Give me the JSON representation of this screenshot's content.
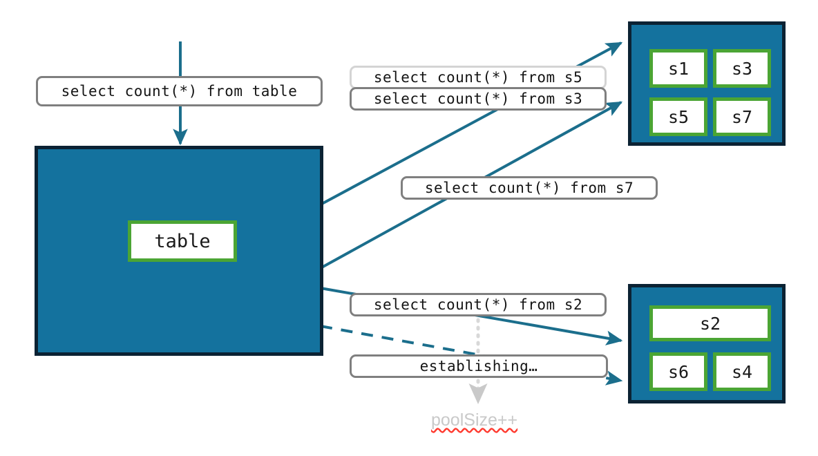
{
  "diagram": {
    "title": "connection pool query routing",
    "colors": {
      "pool_fill": "#14729E",
      "pool_border": "#0B2233",
      "node_border": "#4BA534",
      "node_fill": "#FFFFFF",
      "edge": "#1B6E8C",
      "label_border": "#7F7F7F",
      "label_border_faded": "#D4D4D4",
      "note_text": "#C9C9C9",
      "spellcheck_underline": "#FF3B30",
      "background": "#FFFFFF"
    }
  },
  "main_pool": {
    "name": "main-pool",
    "node": {
      "label": "table"
    }
  },
  "pool_top": {
    "name": "server-pool-top",
    "nodes": [
      {
        "label": "s1"
      },
      {
        "label": "s3"
      },
      {
        "label": "s5"
      },
      {
        "label": "s7"
      }
    ]
  },
  "pool_bottom": {
    "name": "server-pool-bottom",
    "nodes": [
      {
        "label": "s2"
      },
      {
        "label": "s6"
      },
      {
        "label": "s4"
      }
    ]
  },
  "labels": {
    "entry_query": "select count(*) from table",
    "query_s5": "select count(*) from s5",
    "query_s3": "select count(*) from s3",
    "query_s7": "select count(*) from s7",
    "query_s2": "select count(*) from s2",
    "establishing": "establishing…"
  },
  "notes": {
    "pool_size": "poolSize++"
  },
  "edges": [
    {
      "id": "entry",
      "from": "top",
      "to": "main-pool",
      "style": "solid",
      "arrow": true
    },
    {
      "id": "to-s5",
      "from": "main-pool",
      "to": "server-pool-top",
      "style": "solid",
      "arrow": true
    },
    {
      "id": "to-s3",
      "from": "main-pool",
      "to": "server-pool-top",
      "style": "solid",
      "arrow": true
    },
    {
      "id": "to-s2",
      "from": "main-pool",
      "to": "server-pool-bottom",
      "style": "solid",
      "arrow": true
    },
    {
      "id": "establishing",
      "from": "main-pool",
      "to": "server-pool-bottom",
      "style": "dashed",
      "arrow": true
    },
    {
      "id": "pool-size",
      "from": "establishing",
      "to": "pool-size-note",
      "style": "dotted",
      "arrow": true
    }
  ]
}
